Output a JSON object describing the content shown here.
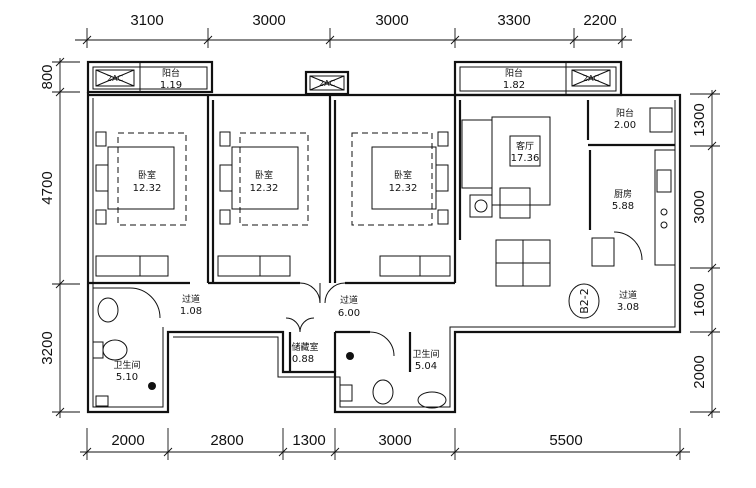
{
  "dimensions": {
    "top": [
      "3100",
      "3000",
      "3000",
      "3300",
      "2200"
    ],
    "bottom": [
      "2000",
      "2800",
      "1300",
      "3000",
      "5500"
    ],
    "left": [
      "800",
      "4700",
      "3200"
    ],
    "right": [
      "1300",
      "3000",
      "1600",
      "2000"
    ]
  },
  "rooms": [
    {
      "name": "阳台",
      "area": "1.19"
    },
    {
      "name": "阳台",
      "area": "1.82"
    },
    {
      "name": "卧室",
      "area": "12.32"
    },
    {
      "name": "卧室",
      "area": "12.32"
    },
    {
      "name": "卧室",
      "area": "12.32"
    },
    {
      "name": "客厅",
      "area": "17.36"
    },
    {
      "name": "阳台",
      "area": "2.00"
    },
    {
      "name": "厨房",
      "area": "5.88"
    },
    {
      "name": "过道",
      "area": "1.08"
    },
    {
      "name": "过道",
      "area": "6.00"
    },
    {
      "name": "过道",
      "area": "3.08"
    },
    {
      "name": "储藏室",
      "area": "0.88"
    },
    {
      "name": "卫生间",
      "area": "5.04"
    },
    {
      "name": "卫生间",
      "area": "5.10"
    }
  ],
  "ac_units": [
    "2AC",
    "2AC",
    "2AC"
  ],
  "unit_tag": "B2-2"
}
